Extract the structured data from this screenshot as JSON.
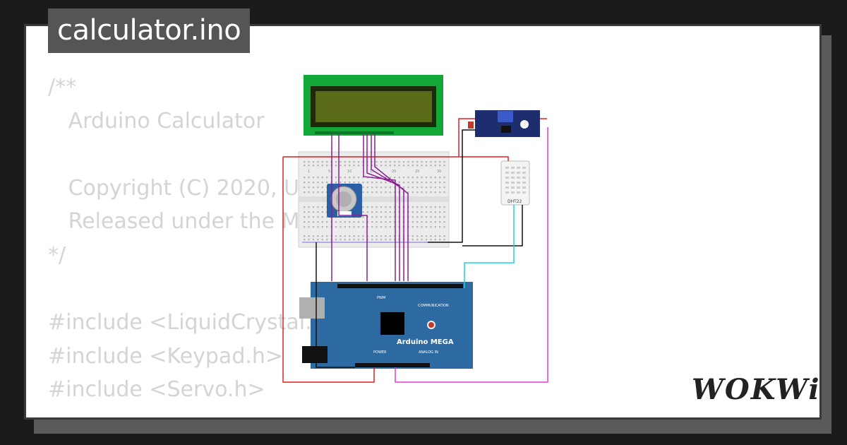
{
  "title": "calculator.ino",
  "code_lines": [
    "/**",
    "   Arduino Calculator",
    "",
    "   Copyright (C) 2020, Ur",
    "   Released under the M",
    "*/",
    "",
    "#include <LiquidCrystal.h",
    "#include <Keypad.h>",
    "#include <Servo.h>"
  ],
  "diagram": {
    "board_label": "Arduino MEGA",
    "pwm_label": "PWM",
    "communication_label": "COMMUNICATION",
    "power_label": "POWER",
    "analog_label": "ANALOG IN",
    "sensor_label": "DHT22",
    "breadboard_numbers": [
      "1",
      "5",
      "10",
      "15",
      "20",
      "25",
      "30"
    ],
    "colors": {
      "lcd_green": "#11a836",
      "lcd_screen": "#5a6a17",
      "mega_blue": "#2c6aa1",
      "wire_red": "#e02020",
      "wire_black": "#111111",
      "wire_purple": "#8a1f94",
      "wire_cyan": "#1ad2e6",
      "wire_magenta": "#e63ad8"
    }
  },
  "logo": "WOKWi"
}
